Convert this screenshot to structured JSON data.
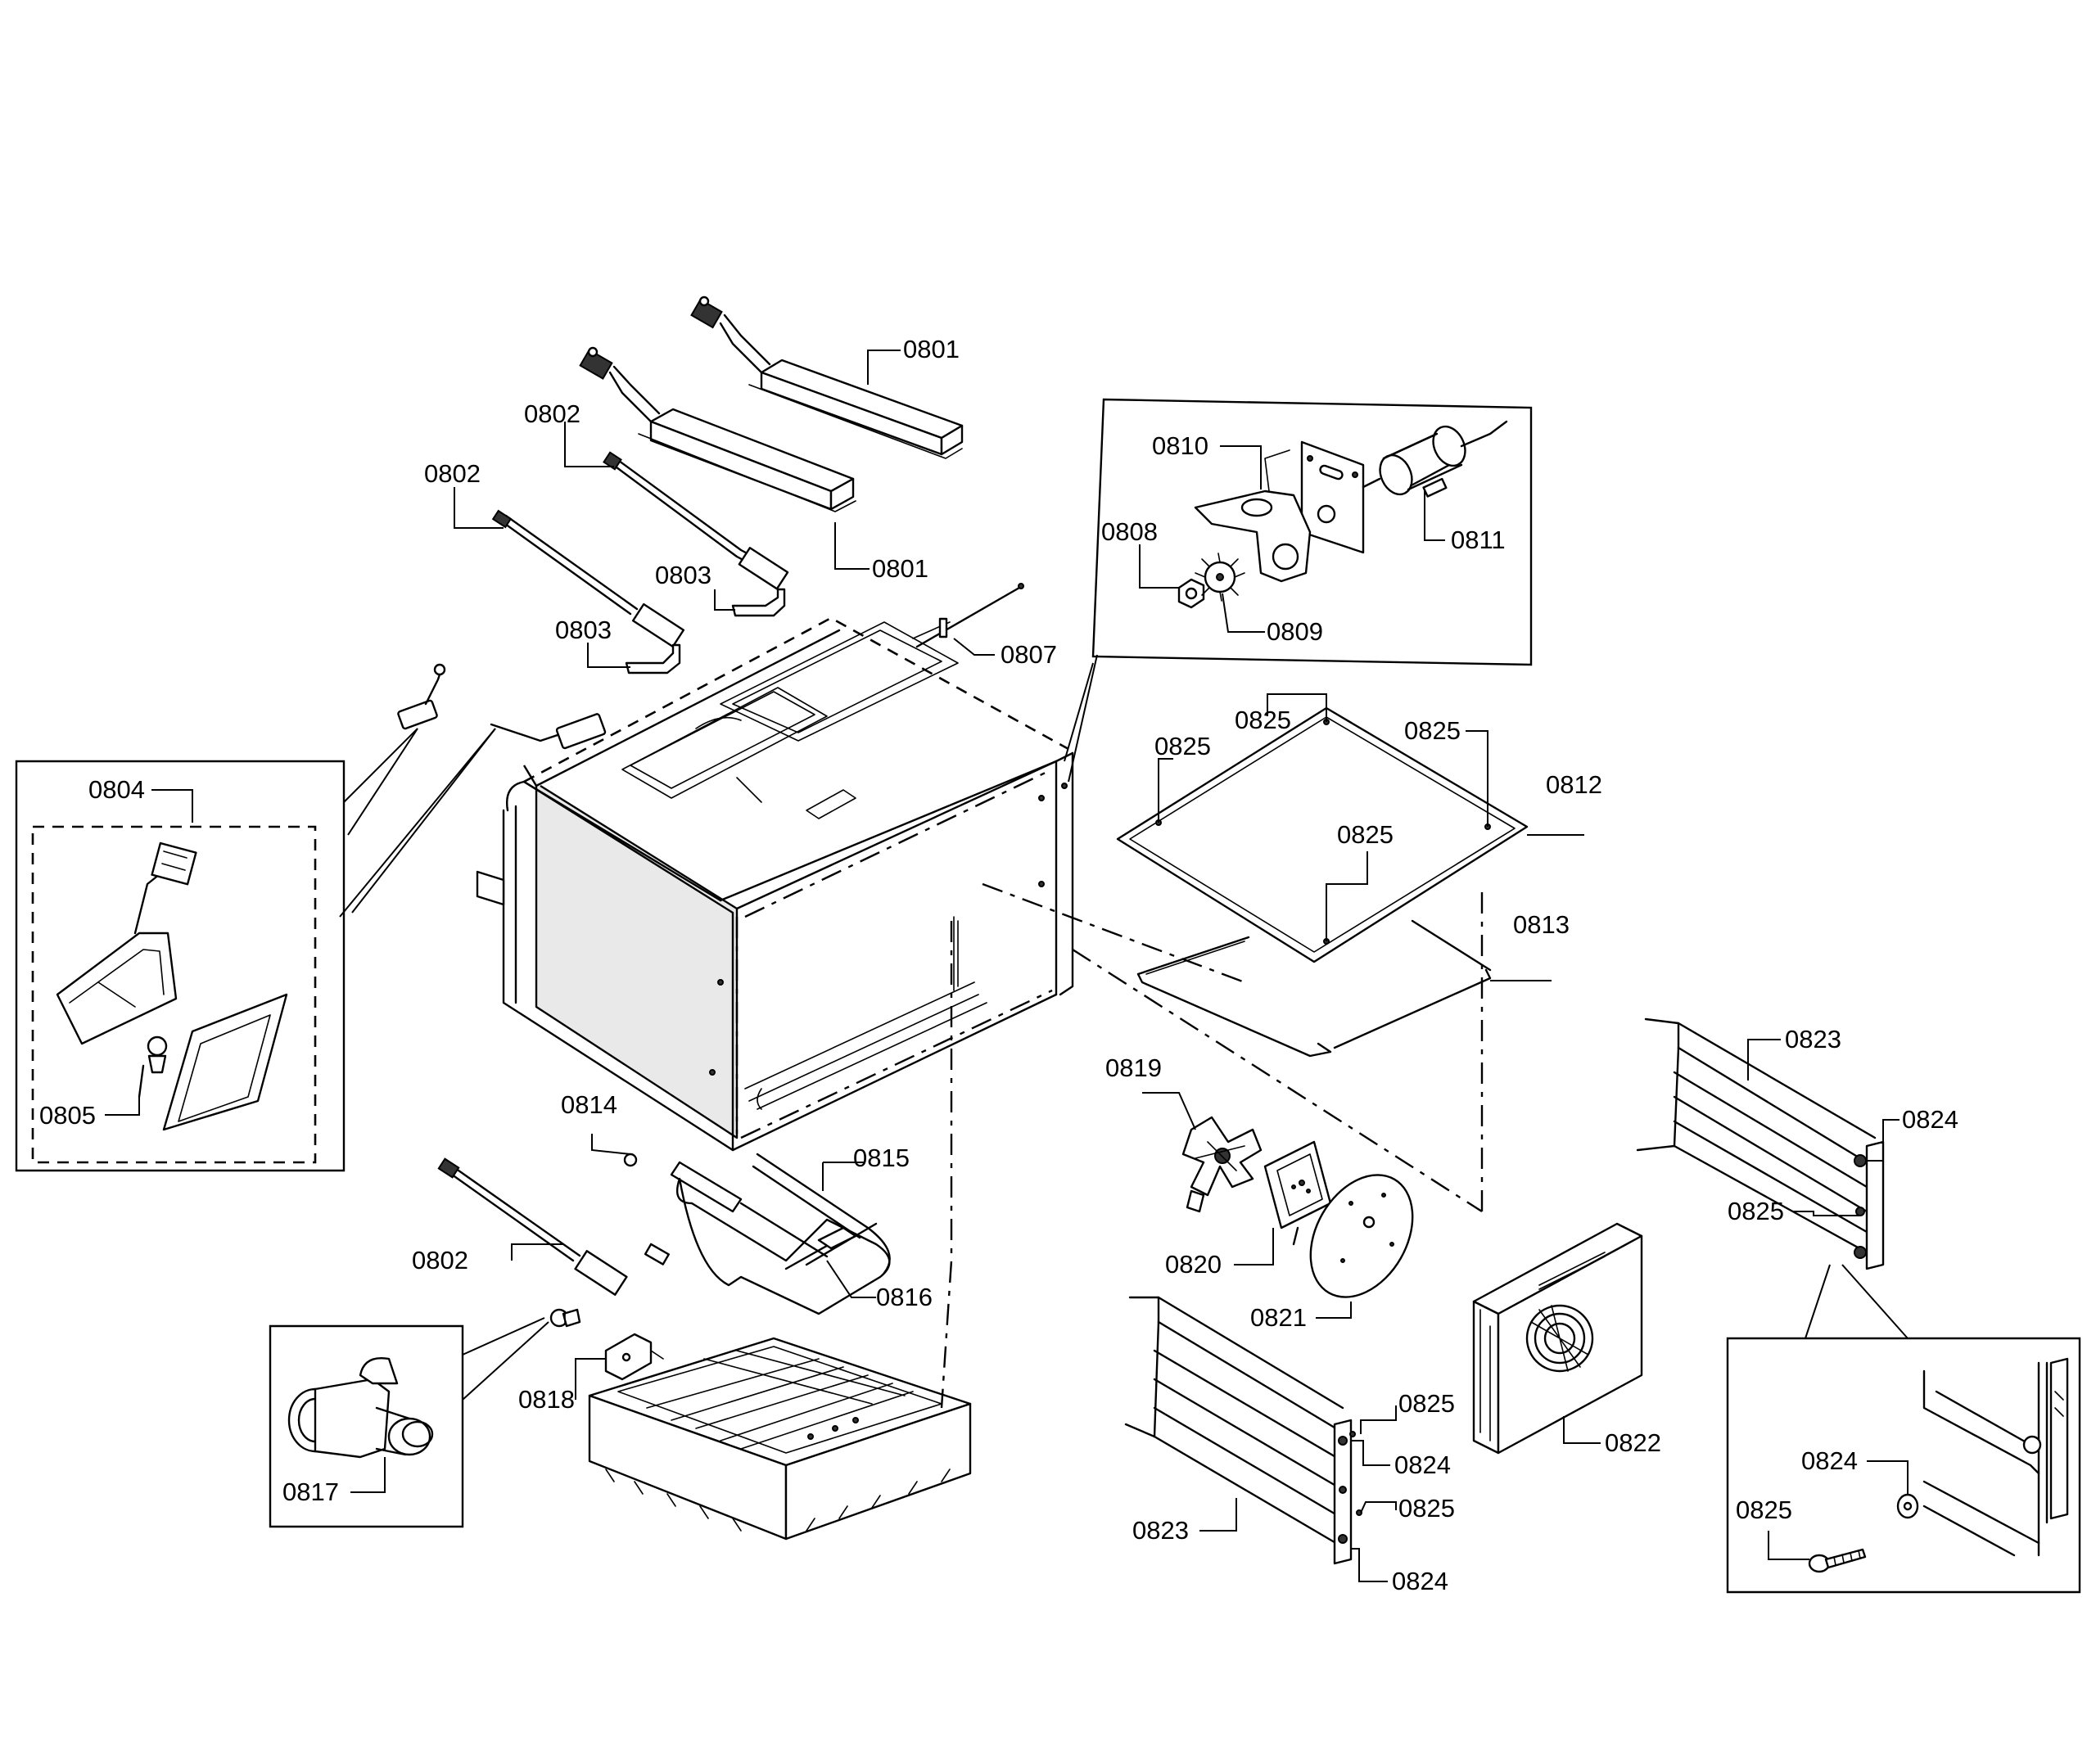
{
  "labels": {
    "p0801a": "0801",
    "p0801b": "0801",
    "p0802a": "0802",
    "p0802b": "0802",
    "p0802c": "0802",
    "p0803a": "0803",
    "p0803b": "0803",
    "p0804": "0804",
    "p0805": "0805",
    "p0807": "0807",
    "p0808": "0808",
    "p0809": "0809",
    "p0810": "0810",
    "p0811": "0811",
    "p0812": "0812",
    "p0813": "0813",
    "p0814": "0814",
    "p0815": "0815",
    "p0816": "0816",
    "p0817": "0817",
    "p0818": "0818",
    "p0819": "0819",
    "p0820": "0820",
    "p0821": "0821",
    "p0822": "0822",
    "p0823a": "0823",
    "p0823b": "0823",
    "p0824a": "0824",
    "p0824b": "0824",
    "p0824c": "0824",
    "p0824d": "0824",
    "p0825a": "0825",
    "p0825b": "0825",
    "p0825c": "0825",
    "p0825d": "0825",
    "p0825e": "0825",
    "p0825f": "0825",
    "p0825g": "0825",
    "p0825h": "0825"
  }
}
